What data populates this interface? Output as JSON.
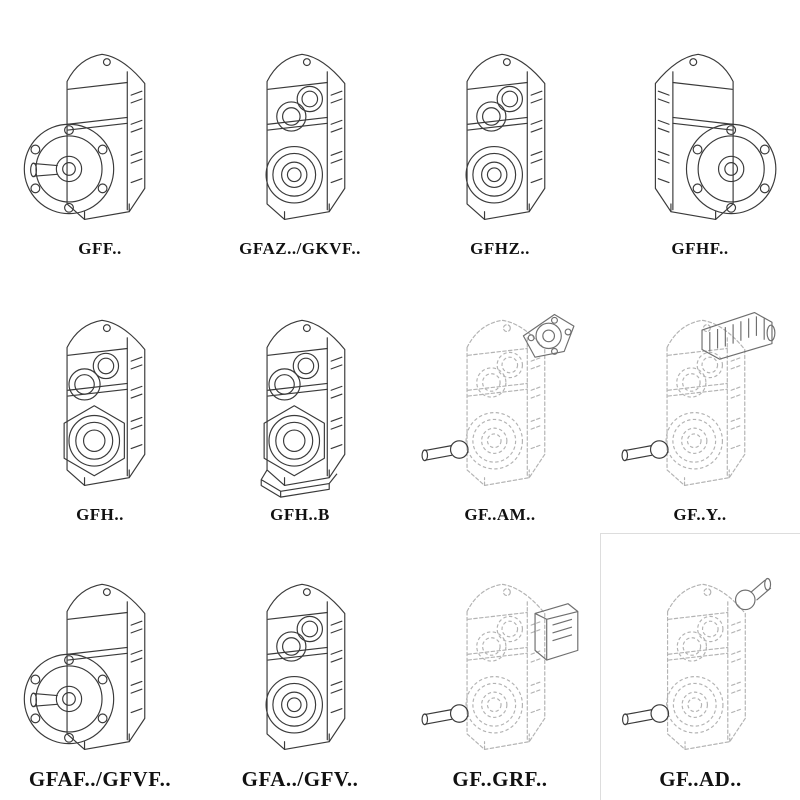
{
  "page": {
    "background": "#ffffff"
  },
  "catalog": {
    "description": "Gear reducer model variants catalog sheet",
    "items": [
      {
        "label": "GFF..",
        "drawing": "gearbox-flange-shaft-drawing"
      },
      {
        "label": "GFAZ../GKVF..",
        "drawing": "gearbox-hollow-bore-drawing"
      },
      {
        "label": "GFHZ..",
        "drawing": "gearbox-hollow-bore-drawing"
      },
      {
        "label": "GFHF..",
        "drawing": "gearbox-flange-mount-drawing"
      },
      {
        "label": "GFH..",
        "drawing": "gearbox-shrink-disc-drawing"
      },
      {
        "label": "GFH..B",
        "drawing": "gearbox-shrink-disc-base-drawing"
      },
      {
        "label": "GF..AM..",
        "drawing": "gearbox-iec-adapter-flange-drawing"
      },
      {
        "label": "GF..Y..",
        "drawing": "gearbox-with-motor-drawing"
      },
      {
        "label": "GFAF../GFVF..",
        "drawing": "gearbox-flange-shaft-drawing"
      },
      {
        "label": "GFA../GFV..",
        "drawing": "gearbox-hollow-bore-drawing"
      },
      {
        "label": "GF..GRF..",
        "drawing": "gearbox-input-box-drawing"
      },
      {
        "label": "GF..AD..",
        "drawing": "gearbox-input-shaft-adapter-drawing"
      }
    ]
  },
  "colors": {
    "line": "#3a3a3a",
    "dashed_line": "#b3b3b3",
    "attachment_line": "#6f6f6f",
    "label_text": "#111111"
  }
}
